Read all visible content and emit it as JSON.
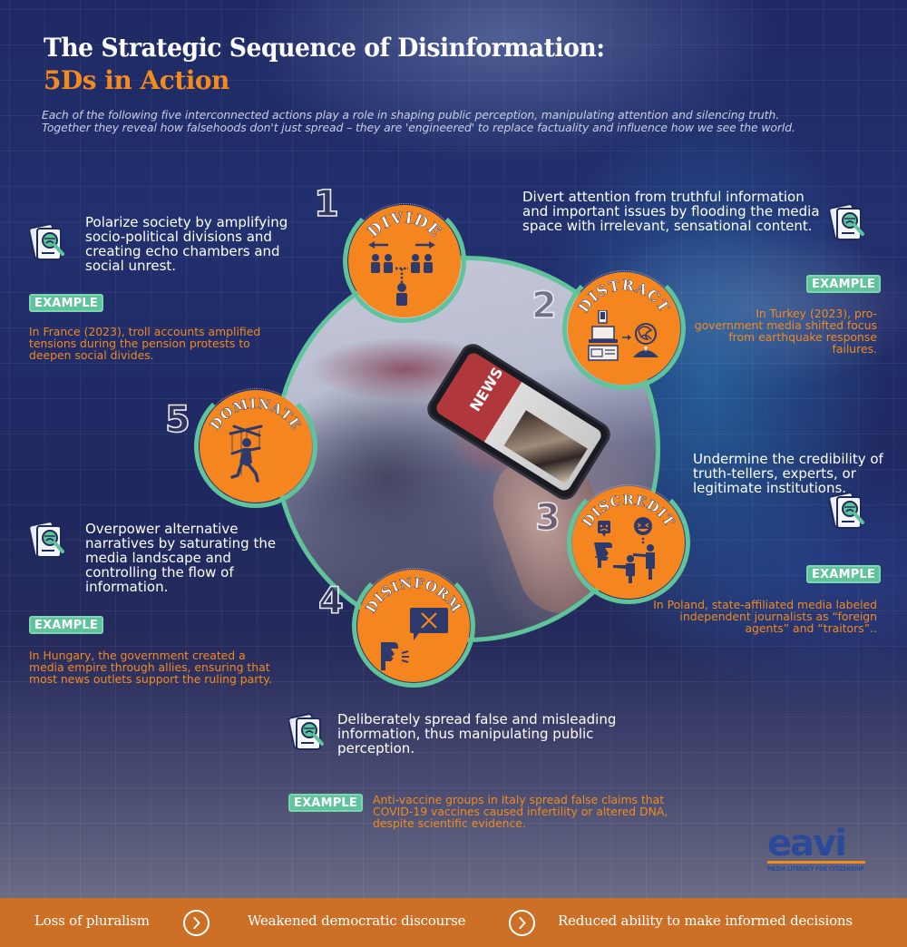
{
  "header": {
    "title": "The Strategic Sequence of Disinformation:",
    "subtitle": "5Ds in Action",
    "intro_line1": "Each of the following five interconnected actions play a role in shaping public perception, manipulating attention and silencing truth.",
    "intro_line2": "Together they reveal how falsehoods don't just spread – they are 'engineered' to replace factuality and influence how we see the world."
  },
  "colors": {
    "accent_orange": "#f5861f",
    "badge_green": "#5fc49c",
    "icon_navy": "#2d3a6b",
    "text_orange": "#f28a1e",
    "footer_orange": "#cc7027",
    "logo_blue": "#2c4a9a"
  },
  "badge_label": "EXAMPLE",
  "stages": [
    {
      "number": "1",
      "name": "DIVIDE",
      "icon": "divided-groups-icon",
      "description": "Polarize society by amplifying socio-political divisions and creating echo chambers and social unrest.",
      "example": "In France (2023), troll accounts amplified tensions during the pension protests to deepen social divides."
    },
    {
      "number": "2",
      "name": "DISTRACT",
      "icon": "media-overload-icon",
      "description": "Divert attention from truthful information and important issues by flooding the media space with irrelevant, sensational content.",
      "example": "In Turkey (2023), pro-government media shifted focus from earthquake response failures."
    },
    {
      "number": "3",
      "name": "DISCREDIT",
      "icon": "mockery-icon",
      "description": "Undermine the credibility of truth-tellers, experts, or legitimate institutions.",
      "example": "In Poland, state-affiliated media labeled independent journalists as “foreign agents” and “traitors”.."
    },
    {
      "number": "4",
      "name": "DISINFORM",
      "icon": "false-speech-icon",
      "description": "Deliberately spread false and misleading information, thus manipulating public perception.",
      "example": "Anti-vaccine groups in Italy spread false claims that COVID-19 vaccines caused infertility or altered DNA, despite scientific evidence."
    },
    {
      "number": "5",
      "name": "DOMINATE",
      "icon": "puppet-icon",
      "description": "Overpower alternative narratives by saturating the media landscape and controlling the flow of information.",
      "example": "In Hungary, the government created a media empire through allies, ensuring that most news outlets support the ruling party."
    }
  ],
  "center_image": {
    "phone_screen_text": "NEWS"
  },
  "logo": {
    "name": "eavi",
    "tagline": "MEDIA LITERACY FOR CITIZENSHIP"
  },
  "footer": {
    "items": [
      "Loss of pluralism",
      "Weakened democratic discourse",
      "Reduced ability to make informed decisions"
    ]
  }
}
